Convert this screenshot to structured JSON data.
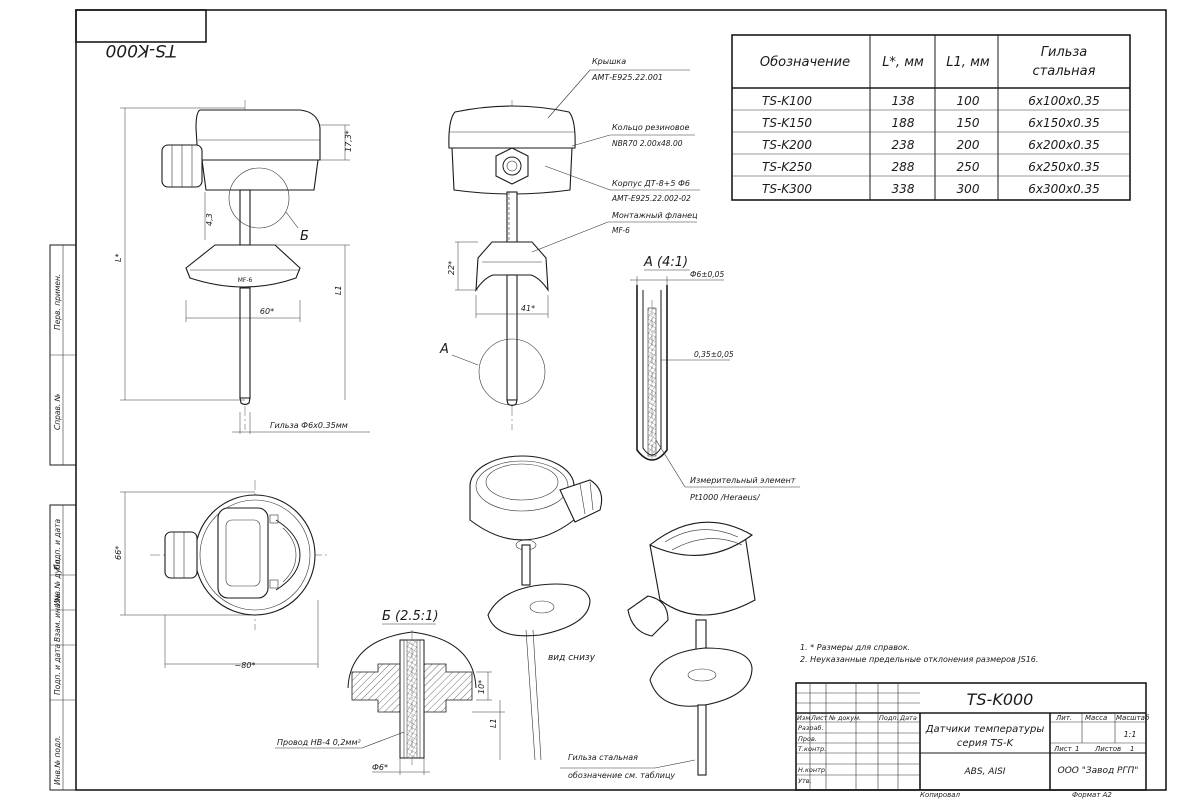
{
  "title_box": {
    "mirrored_code": "TS-K000"
  },
  "side_stamp": {
    "labels": [
      "Перв. примен.",
      "Справ. №",
      "Подп. и дата",
      "Инв.№ дубл.",
      "Взам. инв.№",
      "Подп. и дата",
      "Инв.№ подл."
    ]
  },
  "parts": {
    "cover": {
      "name": "Крышка",
      "code": "АМТ-Е925.22.001"
    },
    "ring": {
      "name": "Кольцо резиновое",
      "code": "NBR70 2.00x48.00"
    },
    "body": {
      "name": "Корпус ДТ-8+5 Ф6",
      "code": "АМТ-Е925.22.002-02"
    },
    "flange": {
      "name": "Монтажный фланец",
      "code": "MF-6"
    },
    "flange_marking": "MF-6",
    "sensor": {
      "name": "Измерительный элемент",
      "code": "Pt1000 /Heraeus/"
    },
    "wire": "Провод НВ-4 0,2мм²",
    "sleeve": "Гильза Ф6х0.35мм",
    "steel_sleeve": {
      "line1": "Гильза стальная",
      "line2": "обозначение см. таблицу"
    }
  },
  "dimensions": {
    "front_cap_height": "17,3*",
    "front_gap": "4,3",
    "front_L": "L*",
    "front_L1": "L1",
    "flange_width": "60*",
    "side_flange_height": "22*",
    "side_flange_width": "41*",
    "top_height": "66*",
    "top_width": "~80*",
    "detail_a_dia": "Ф6±0,05",
    "detail_a_wall": "0,35±0,05",
    "detail_b_height": "10*",
    "detail_b_L1": "L1",
    "detail_b_dia": "Ф6*"
  },
  "views": {
    "callout_b": "Б",
    "callout_a": "А",
    "detail_a_title": "А (4:1)",
    "detail_b_title": "Б (2.5:1)",
    "bottom_view": "вид снизу"
  },
  "table": {
    "headers": [
      "Обозначение",
      "L*, мм",
      "L1, мм",
      "Гильза стальная"
    ],
    "header_sleeve_line1": "Гильза",
    "header_sleeve_line2": "стальная",
    "rows": [
      [
        "TS-K100",
        "138",
        "100",
        "6х100х0.35"
      ],
      [
        "TS-K150",
        "188",
        "150",
        "6х150х0.35"
      ],
      [
        "TS-K200",
        "238",
        "200",
        "6х200х0.35"
      ],
      [
        "TS-K250",
        "288",
        "250",
        "6х250х0.35"
      ],
      [
        "TS-K300",
        "338",
        "300",
        "6х300х0.35"
      ]
    ]
  },
  "notes": [
    "1.  * Размеры для справок.",
    "2. Неуказанные предельные отклонения размеров JS16."
  ],
  "stamp": {
    "code": "TS-K000",
    "name_line1": "Датчики температуры",
    "name_line2": "серия TS-K",
    "material": "ABS, AISI",
    "company": "ООО \"Завод РГП\"",
    "col_headers": [
      "Изм",
      "Лист",
      "№ докум.",
      "Подп.",
      "Дата"
    ],
    "roles": [
      "Разраб.",
      "Пров.",
      "Т.контр.",
      "",
      "Н.контр.",
      "Утв."
    ],
    "lit": "Лит.",
    "mass": "Масса",
    "scale_label": "Масштаб",
    "scale": "1:1",
    "sheet": "Лист",
    "sheet_no": "1",
    "sheets": "Листов",
    "sheets_no": "1",
    "copied": "Копировал",
    "format": "Формат А2"
  }
}
